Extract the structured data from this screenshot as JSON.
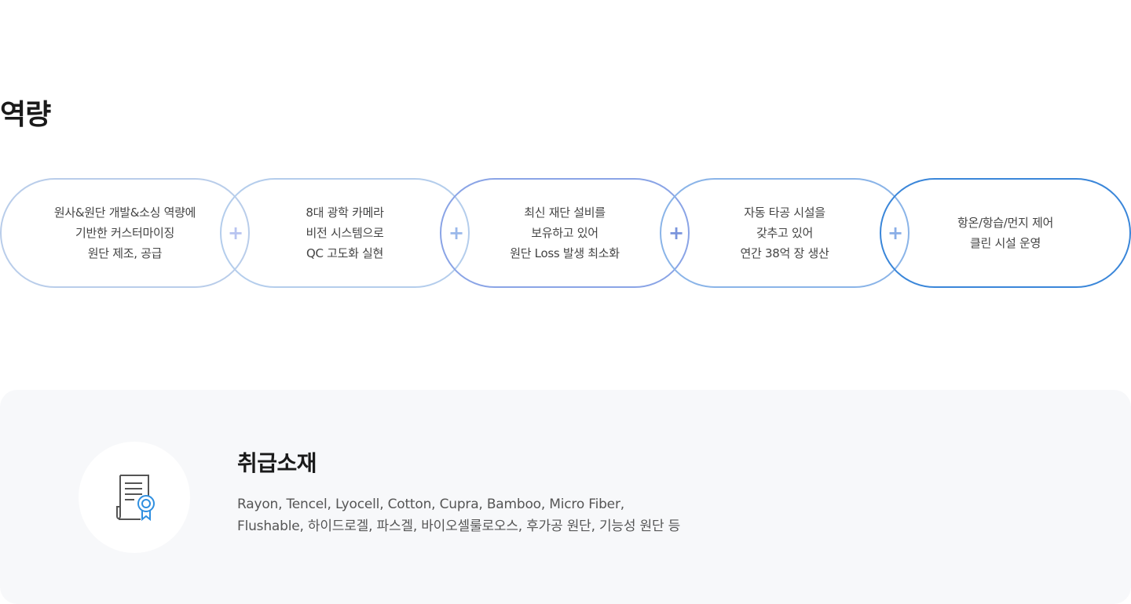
{
  "section": {
    "title": "역량"
  },
  "capabilities": [
    {
      "text": "원사&원단 개발&소싱 역량에\n기반한 커스터마이징\n원단 제조, 공급",
      "border_color": "#b9cdea"
    },
    {
      "text": "8대 광학 카메라\n비전 시스템으로\nQC 고도화 실현",
      "border_color": "#b4cdec"
    },
    {
      "text": "최신 재단 설비를\n보유하고 있어\n원단 Loss 발생 최소화",
      "border_color": "#8aa4e6"
    },
    {
      "text": "자동 타공 시설을\n갖추고 있어\n연간 38억 장 생산",
      "border_color": "#8ab4e8"
    },
    {
      "text": "항온/항습/먼지 제어\n클린 시설 운영",
      "border_color": "#3a86d9"
    }
  ],
  "plus_icons": [
    {
      "symbol": "+",
      "color": "#b8c4f0"
    },
    {
      "symbol": "+",
      "color": "#9ab8ea"
    },
    {
      "symbol": "+",
      "color": "#7a94dc"
    },
    {
      "symbol": "+",
      "color": "#8aaee6"
    }
  ],
  "materials": {
    "title": "취급소재",
    "line1": "Rayon, Tencel, Lyocell, Cotton, Cupra, Bamboo, Micro Fiber,",
    "line2": "Flushable, 하이드로겔, 파스겔, 바이오셀룰로오스, 후가공 원단, 기능성 원단 등",
    "icon": "certificate-document-icon",
    "icon_accent": "#2f8fe0",
    "icon_stroke": "#555555"
  }
}
